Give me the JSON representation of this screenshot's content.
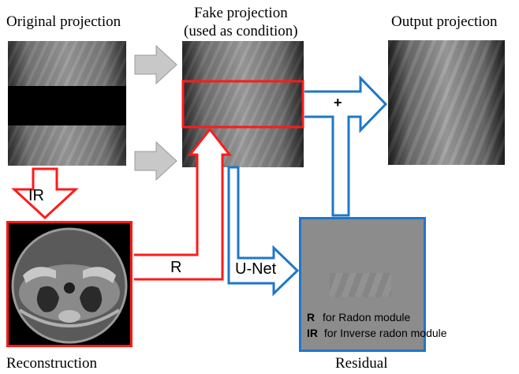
{
  "labels": {
    "original": "Original projection",
    "fake_line1": "Fake projection",
    "fake_line2": "(used as condition)",
    "output": "Output projection",
    "reconstruction": "Reconstruction",
    "residual": "Residual"
  },
  "arrows": {
    "ir": "IR",
    "r": "R",
    "unet": "U-Net",
    "plus": "+"
  },
  "legend": {
    "r_key": "R",
    "r_text": "for Radon module",
    "ir_key": "IR",
    "ir_text": "for Inverse radon module"
  },
  "colors": {
    "red": "#ff1a1a",
    "blue": "#1f77c8",
    "gray_arrow": "#c8c8c8",
    "residual_fill": "#8c8c8c"
  }
}
